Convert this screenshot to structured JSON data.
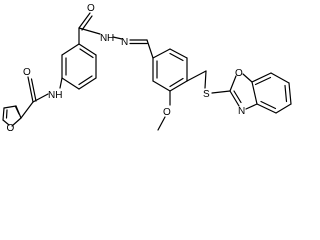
{
  "atoms": {
    "furan_o": "O",
    "amide1_o": "O",
    "amide1_n": "NH",
    "amide2_o": "O",
    "hydrazide_n": "N",
    "hydrazide_nh": "H",
    "imine_n": "N",
    "methoxy_o": "O",
    "thioether_s": "S",
    "benzoxazole_o": "O",
    "benzoxazole_n": "N"
  },
  "colors": {
    "bond": "#000000",
    "label": "#000000",
    "background": "#ffffff"
  }
}
